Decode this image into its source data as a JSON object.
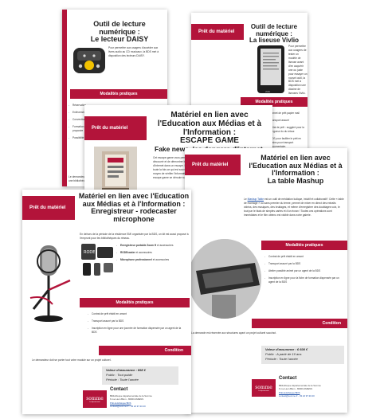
{
  "common": {
    "ribbon": "Prêt du matériel",
    "practical": "Modalités pratiques",
    "conditions": "Condition",
    "contact": "Contact",
    "logo": "somme",
    "logo_sub": "le département"
  },
  "daisy": {
    "title": "Outil de lecture numérique :\nLe lecteur DAISY",
    "desc": "Pour permettre aux usagers d'accéder aux livres audio au CD musicaux, la BDS met à disposition des lecteurs DAISY.",
    "left_items": [
      "Réservation",
      "Enlèvement",
      "Convention",
      "Formation proposée",
      "Possibilité"
    ],
    "footer": "Le demandeur doit être une bibliothèque"
  },
  "vivlio": {
    "title": "Outil de lecture numérique :\nLa liseuse Vivlio",
    "desc": "Pour permettre aux usagers de tester un modèle de liseuse avant d'en acquérir une ou juste pour essayer un nouvel outil, la BDS met à disposition une dizaine de liseuses Vivlio.",
    "device_brand": "vivlio",
    "items": [
      "Carnet de prêt papier mail",
      "Transport assuré",
      "Délai de prêt : suggéré pour la longueur du du retour.",
      "BDS pour faciliter le prêt en mains pour transport documentaire."
    ]
  },
  "escape": {
    "title": "Matériel en lien avec l'Education aux Médias et à l'Information :\nESCAPE GAME",
    "subtitle": "Fake news, les dangers d'internet",
    "desc": "Cet escape game vous permet de découvrir et de démontrer les dangers d'internet dans un escape. Intervient à toute la fois ce qui est souvent le seul moyen de vérifier l'information. Cet escape game se déroule sur …"
  },
  "mashup": {
    "title": "Matériel en lien avec l'Education aux Médias et à l'Information :\nLa table Mashup",
    "link": "Mashup Table",
    "desc_before": "Le ",
    "desc_after": " est un outil de médiation ludique, intuitif et collaboratif ! Cette « table de montage » ou sans premier du terme, permet de mixer en direct des extraits vidéos, des musiques, des bruitages, et même d'enregistrer des doublages voix, le tout par le biais de simples cartes et d'un écran ! Toutes ces opérations sont immédiates et le film obtenu est visible dans notre galerie.",
    "items": [
      "Contrat de prêt établi en amont",
      "Transport assuré par la BDS",
      "Atelier possible animé par un agent de la BDS",
      "Inscription en ligne pour la fiche de formation dispensée par un agent de la BDS"
    ],
    "link_item": "Inscription en ligne",
    "condition_text": "La demande est réservée aux structures ayant un projet culturel succinct.",
    "valeur": "Valeur d'assurance : 6 600 €",
    "public": "Public : A partir de 10 ans",
    "periode": "Période : Toute l'année",
    "contact_lines": [
      "Bibliothèque départementale de la Somme",
      "6 rue Léon Blum - 80000 AMIENS",
      "Prêt-ludothèque BDS",
      "contact@somme.fr - 03 22 97 20 20"
    ]
  },
  "recorder": {
    "title": "Matériel en lien avec l'Education aux Médias et à l'Information :\nEnregistreur - rodecaster microphone",
    "desc": "En dehors de la période de la résidence EMI organisée par la BDS, un kit est aussi proposé à l'emprunt pour les bibliothèques du réseau.",
    "kit": [
      {
        "b": "Enregistreur portable Zoom H",
        "t": " et accessoires"
      },
      {
        "b": "RODEcaster",
        "t": " et accessoires"
      },
      {
        "b": "Microphone professionnel",
        "t": " et accessoires"
      }
    ],
    "items": [
      "Contrat de prêt établi en amont",
      "Transport assuré par la BDS",
      "Inscription en ligne pour une journée de formation dispensée par un agent de la BDS"
    ],
    "condition_text": "Le demandeur doit se porter tout votre module sur un projet culturel.",
    "valeur": "Valeur d'assurance : 898 €",
    "public": "Public : Tout public",
    "periode": "Période : Toute l'année",
    "contact_lines": [
      "Bibliothèque départementale de la Somme",
      "6 rue Léon Blum - 80000 AMIENS",
      "Prêt-ludothèque BDS",
      "contact@somme.fr - 03 22 97 20 20"
    ]
  }
}
